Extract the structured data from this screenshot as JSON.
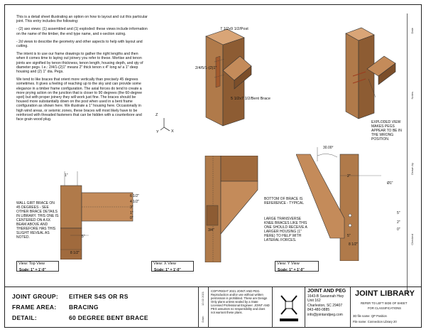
{
  "intro": {
    "p1": "This is a detail sheet illustrating an option on how to layout and cut this particular joint. This entry includes the following:",
    "p2": "- (2) axo views: (1) assembled and (1) exploded:  these views include information on the name of the timber, the end type name, and x-section sizing.",
    "p3": "- 2d views to describe the geometry and other aspects to help with layout and cutting.",
    "p4": "The intent is to use our frame drawings to gather the right lengths and then when it comes time to laying out joinery you refer to these.  Mortise and tenon joints are signified by tenon thickness, tenon length, housing depth, and qty of diameter pegs.  I.e.: 2/4/1-(2)1\" means 2\" thick tenon x 4\" long w/ a 1\" deep housing and (2) 1\" dia. Pegs.",
    "p5": "We tend to like braces that orient more vertically than precisely 45 degrees sometimes.  It gives a feeling of reaching up to the sky and can provide some elegance in a timber frame configuration.  The axial forces do tend to create a more prying action on the junction that is closer to 90 degrees (the 60-degree spot) but with proper joinery they will work just fine. The braces should be housed more substantially down on the post when used in a bent frame configuration as shown here.  We illustrate a 1\" housing here.  Occasionally in high wind areas, or seismic zones, these braces will most likely have to be reinforced with threaded fasteners that can be hidden with a counterbore and face grain wood plug."
  },
  "axo": {
    "post_label": "7 1/2x9 1/2/Post",
    "joint_label": "2/4/5/1-(2)1\"",
    "brace_label": "5 1/2x7 1/2/Bent Brace",
    "axis_z": "Z",
    "axis_y": "Y",
    "axis_x": "X"
  },
  "exploded_note": "EXPLODED VIEW MAKES PEGS APPEAR TO BE IN THE WRONG POSITION.",
  "top_view": {
    "note": "WALL GIRT BRACE ON 45 DEGREES - SEE OTHER BRACE DETAILS IN LIBRARY. THIS ONE IS CENTERED ON A 6X BEAM ABOVE AND THEREFORE HAS THIS SLIGHT REVEAL AS NOTED.",
    "dims": [
      "1\"",
      "6 1/2\"",
      "4 1/2\"",
      "3\"",
      "1\"",
      "0\"",
      "5\"",
      "8 1/2\""
    ],
    "title": "View: Top View",
    "scale": "Scale:  1\" = 1'-0\""
  },
  "x_view": {
    "dim": "3/4\"",
    "title": "View: X View",
    "scale": "Scale:  1\" = 1'-0\""
  },
  "y_view": {
    "angle": "30.00°",
    "dia": "Ø1\"",
    "dims": [
      "2\"",
      "5\"",
      "2\"",
      "0\"",
      "5\"",
      "8 1/2\""
    ],
    "note1": "BOTTOM OF BRACE IS REFERENCE - TYPICAL",
    "note2": "LARGE TRANSVERSE KNEE BRACES LIKE THIS ONE SHOULD RECEIVE A LARGER HOUSING (1\" HERE) TO HELP WITH LATERAL FORCES.",
    "title": "View: Y View",
    "scale": "Scale:  1\" = 1'-0\""
  },
  "title_block": {
    "group_key": "JOINT GROUP:",
    "group_val": "EITHER S4S OR RS",
    "area_key": "FRAME AREA:",
    "area_val": "BRACING",
    "detail_key": "DETAIL:",
    "detail_val": "60 DEGREE BENT BRACE",
    "date_label": "Date:",
    "date": "12.02.2021",
    "copyright": "COPYRIGHT 2021  JOINT AND PEG. Reproduction and/or use without written permission is prohibited. These are Design Only plans unless sealed by a State Licensed Professional Engineer.  JOINT AND PEG assumes no responsibility and does not warrant these plans.",
    "company": "JOINT AND PEG",
    "address1": "1643-B Savannah Hwy",
    "address2": "Unit 162",
    "address3": "Charleston, SC 29407",
    "phone": "843-480-0885",
    "email": "info@jointandpeg.com",
    "library": "JOINT LIBRARY",
    "lib_note1": "REFER TO LEFT SIDE OF SHEET",
    "lib_note2": "FOR CLASSIFICATIONS",
    "file_label": "3D file name:",
    "file_val": "QP Position",
    "file_name_label": "File name:",
    "file_name_val": "Connection Library 20"
  },
  "strip": [
    "Date",
    "Notes",
    "Drawn by",
    "Checked"
  ]
}
